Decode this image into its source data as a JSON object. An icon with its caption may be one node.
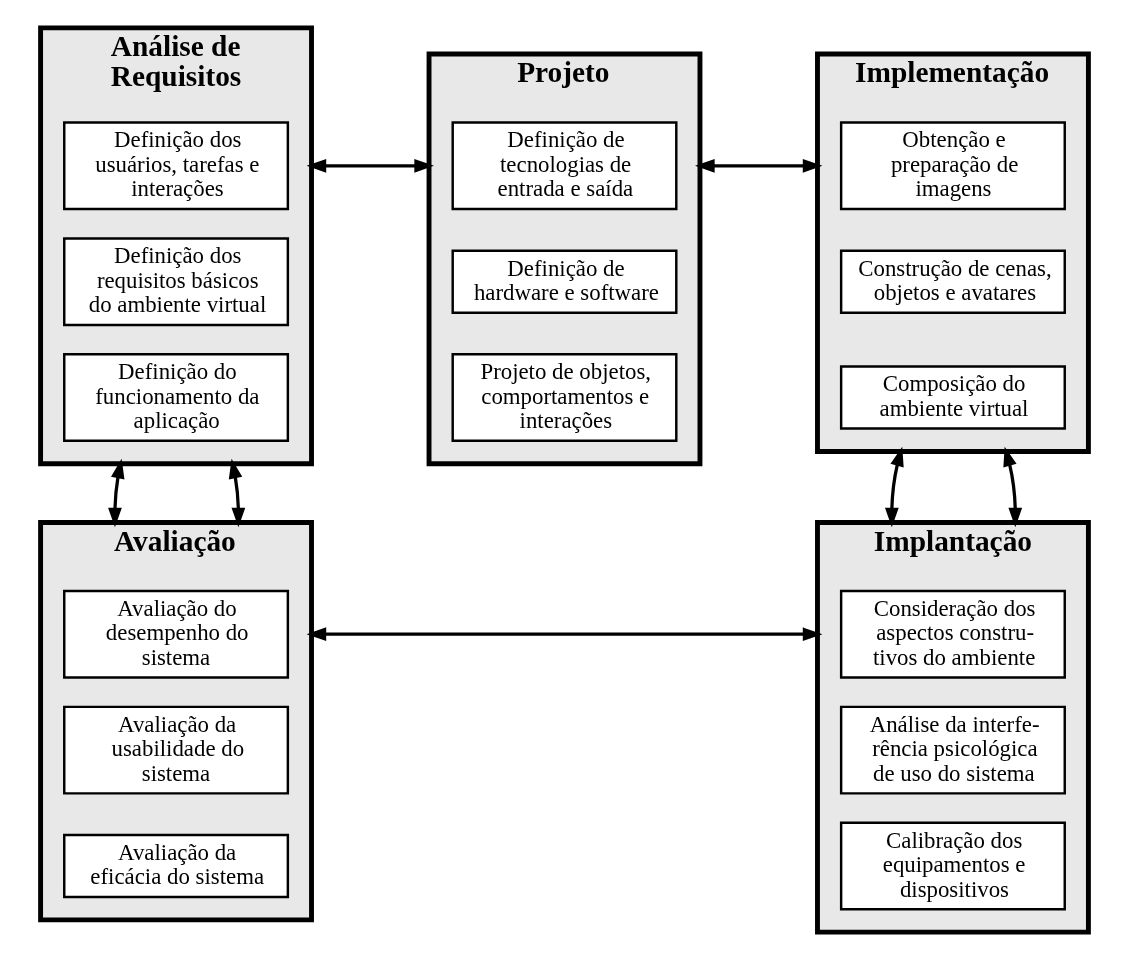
{
  "diagram": {
    "nodes": [
      {
        "text": [
          "Análise de Requisitos"
        ]
      },
      {
        "text": [
          "Definição dos usuários, tarefas e interações"
        ],
        "in": 0
      },
      {
        "text": [
          "Definição dos requisitos básicos do ambiente virtual"
        ],
        "in": 0
      },
      {
        "text": [
          "Definição do funcionamento da aplicação"
        ],
        "in": 0
      },
      {
        "text": [
          "Projeto"
        ]
      },
      {
        "text": [
          "Definição de tecnologias de entrada e saída"
        ],
        "in": 4
      },
      {
        "text": [
          "Definição de hardware e software"
        ],
        "in": 4
      },
      {
        "text": [
          "Projeto de objetos, comportamentos e interações"
        ],
        "in": 4
      },
      {
        "text": [
          "Implementação"
        ]
      },
      {
        "text": [
          "Obtenção e preparação de imagens"
        ],
        "in": 8
      },
      {
        "text": [
          "Construção de cenas, objetos e avatares"
        ],
        "in": 8
      },
      {
        "text": [
          "Composição do ambiente virtual"
        ],
        "in": 8
      },
      {
        "text": [
          "Avaliação"
        ]
      },
      {
        "text": [
          "Avaliação do desempenho do sistema"
        ],
        "in": 12
      },
      {
        "text": [
          "Avaliação da usabilidade do sistema"
        ],
        "in": 12
      },
      {
        "text": [
          "Avaliação da eficácia do sistema"
        ],
        "in": 12
      },
      {
        "text": [
          "Implantação"
        ]
      },
      {
        "text": [
          "Consideração dos aspectos constru-tivos do ambiente"
        ],
        "in": 16
      },
      {
        "text": [
          "Análise da interfe-rência psicológica de uso do sistema"
        ],
        "in": 16
      },
      {
        "text": [
          "Calibração dos equipamentos e dispositivos"
        ],
        "in": 16
      }
    ],
    "edges": [
      {
        "from": 0,
        "to": 4,
        "arrow": "both"
      },
      {
        "from": 4,
        "to": 8,
        "arrow": "both"
      },
      {
        "from": 0,
        "to": 12,
        "arrow": "both"
      },
      {
        "from": 0,
        "to": 12,
        "arrow": "both"
      },
      {
        "from": 8,
        "to": 16,
        "arrow": "both"
      },
      {
        "from": 8,
        "to": 16,
        "arrow": "both"
      },
      {
        "from": 12,
        "to": 16,
        "arrow": "both"
      }
    ]
  }
}
